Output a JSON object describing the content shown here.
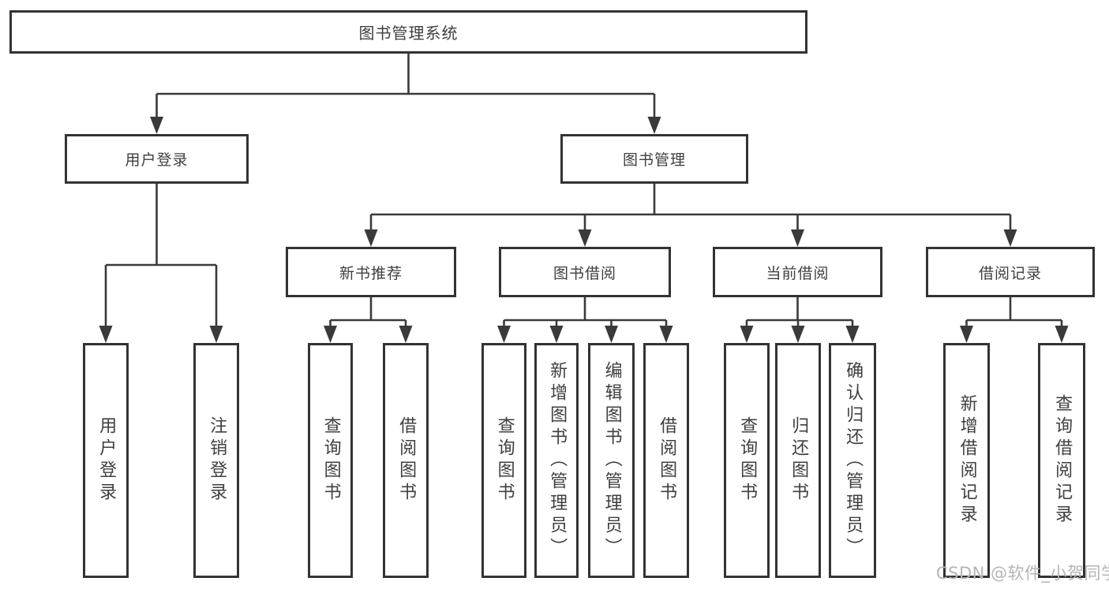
{
  "diagram": {
    "title": "图书管理系统",
    "watermark": "CSDN @软件_小贺同学",
    "colors": {
      "line": "#3a3a3a",
      "box_border": "#333333",
      "text": "#3f3f3f",
      "watermark": "#b5b5b5",
      "background": "#ffffff"
    },
    "nodes": {
      "root": "图书管理系统",
      "user_login_branch": "用户登录",
      "book_management": "图书管理",
      "new_book_recommend": "新书推荐",
      "book_borrowing": "图书借阅",
      "current_borrowing": "当前借阅",
      "borrowing_records": "借阅记录",
      "user_login_leaf": "用户登录",
      "logout_leaf": "注销登录",
      "query_books_recommend": "查询图书",
      "borrow_books_recommend": "借阅图书",
      "query_books_borrowing": "查询图书",
      "add_books_admin": "新增图书（管理员）",
      "edit_books_admin": "编辑图书（管理员）",
      "borrow_books_borrowing": "借阅图书",
      "query_books_current": "查询图书",
      "return_books": "归还图书",
      "confirm_return_admin": "确认归还（管理员）",
      "add_borrow_record": "新增借阅记录",
      "query_borrow_record": "查询借阅记录"
    },
    "tree": {
      "root": [
        "user_login_branch",
        "book_management"
      ],
      "user_login_branch": [
        "user_login_leaf",
        "logout_leaf"
      ],
      "book_management": [
        "new_book_recommend",
        "book_borrowing",
        "current_borrowing",
        "borrowing_records"
      ],
      "new_book_recommend": [
        "query_books_recommend",
        "borrow_books_recommend"
      ],
      "book_borrowing": [
        "query_books_borrowing",
        "add_books_admin",
        "edit_books_admin",
        "borrow_books_borrowing"
      ],
      "current_borrowing": [
        "query_books_current",
        "return_books",
        "confirm_return_admin"
      ],
      "borrowing_records": [
        "add_borrow_record",
        "query_borrow_record"
      ]
    }
  }
}
